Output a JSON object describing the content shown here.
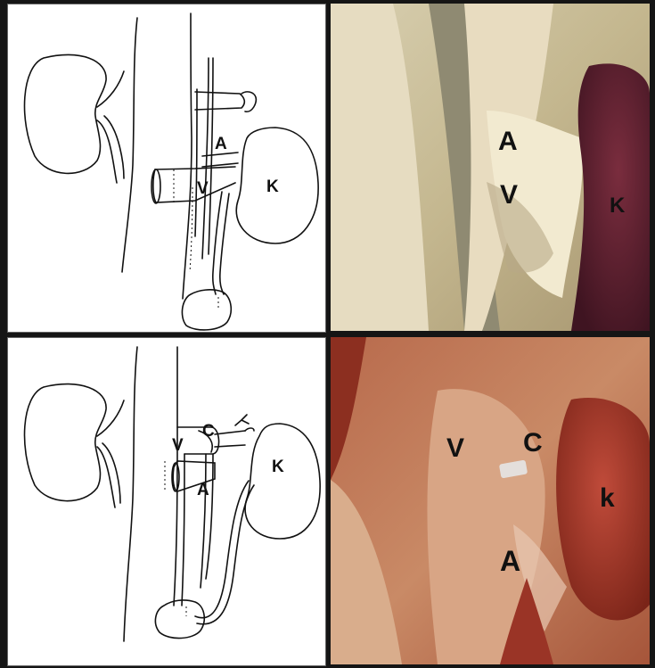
{
  "panels": [
    {
      "id": "top-left-drawing",
      "labels": {
        "artery": "A",
        "vein": "V",
        "kidney": "K"
      }
    },
    {
      "id": "top-right-photo",
      "labels": {
        "artery": "A",
        "vein": "V",
        "kidney": "K"
      }
    },
    {
      "id": "bottom-left-drawing",
      "labels": {
        "cuff": "C",
        "vein": "V",
        "artery": "A",
        "kidney": "K"
      }
    },
    {
      "id": "bottom-right-photo",
      "labels": {
        "vein": "V",
        "cuff": "C",
        "kidney": "k",
        "artery": "A"
      }
    }
  ],
  "colors": {
    "line_drawing": "#111111",
    "tissue_pale": "#e8e0c0",
    "tissue_red": "#b04a3a",
    "kidney_dark": "#5a2030"
  }
}
